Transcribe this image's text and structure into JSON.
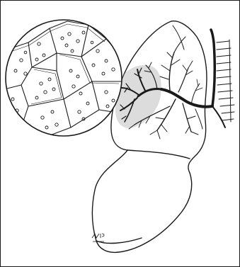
{
  "figure": {
    "type": "anatomical-illustration",
    "subject": "lung",
    "style": "black line drawing on white",
    "ink_color": "#1a1a1a",
    "shading_color": "#9a9a9a",
    "background_color": "#ffffff"
  },
  "icons": {
    "magnified_view": "alveoli-magnified-circle-icon",
    "lung": "lung-outline-icon",
    "trachea": "trachea-rings-icon",
    "bronchial_tree": "bronchial-tree-icon",
    "artist_mark": "artist-signature-icon"
  }
}
